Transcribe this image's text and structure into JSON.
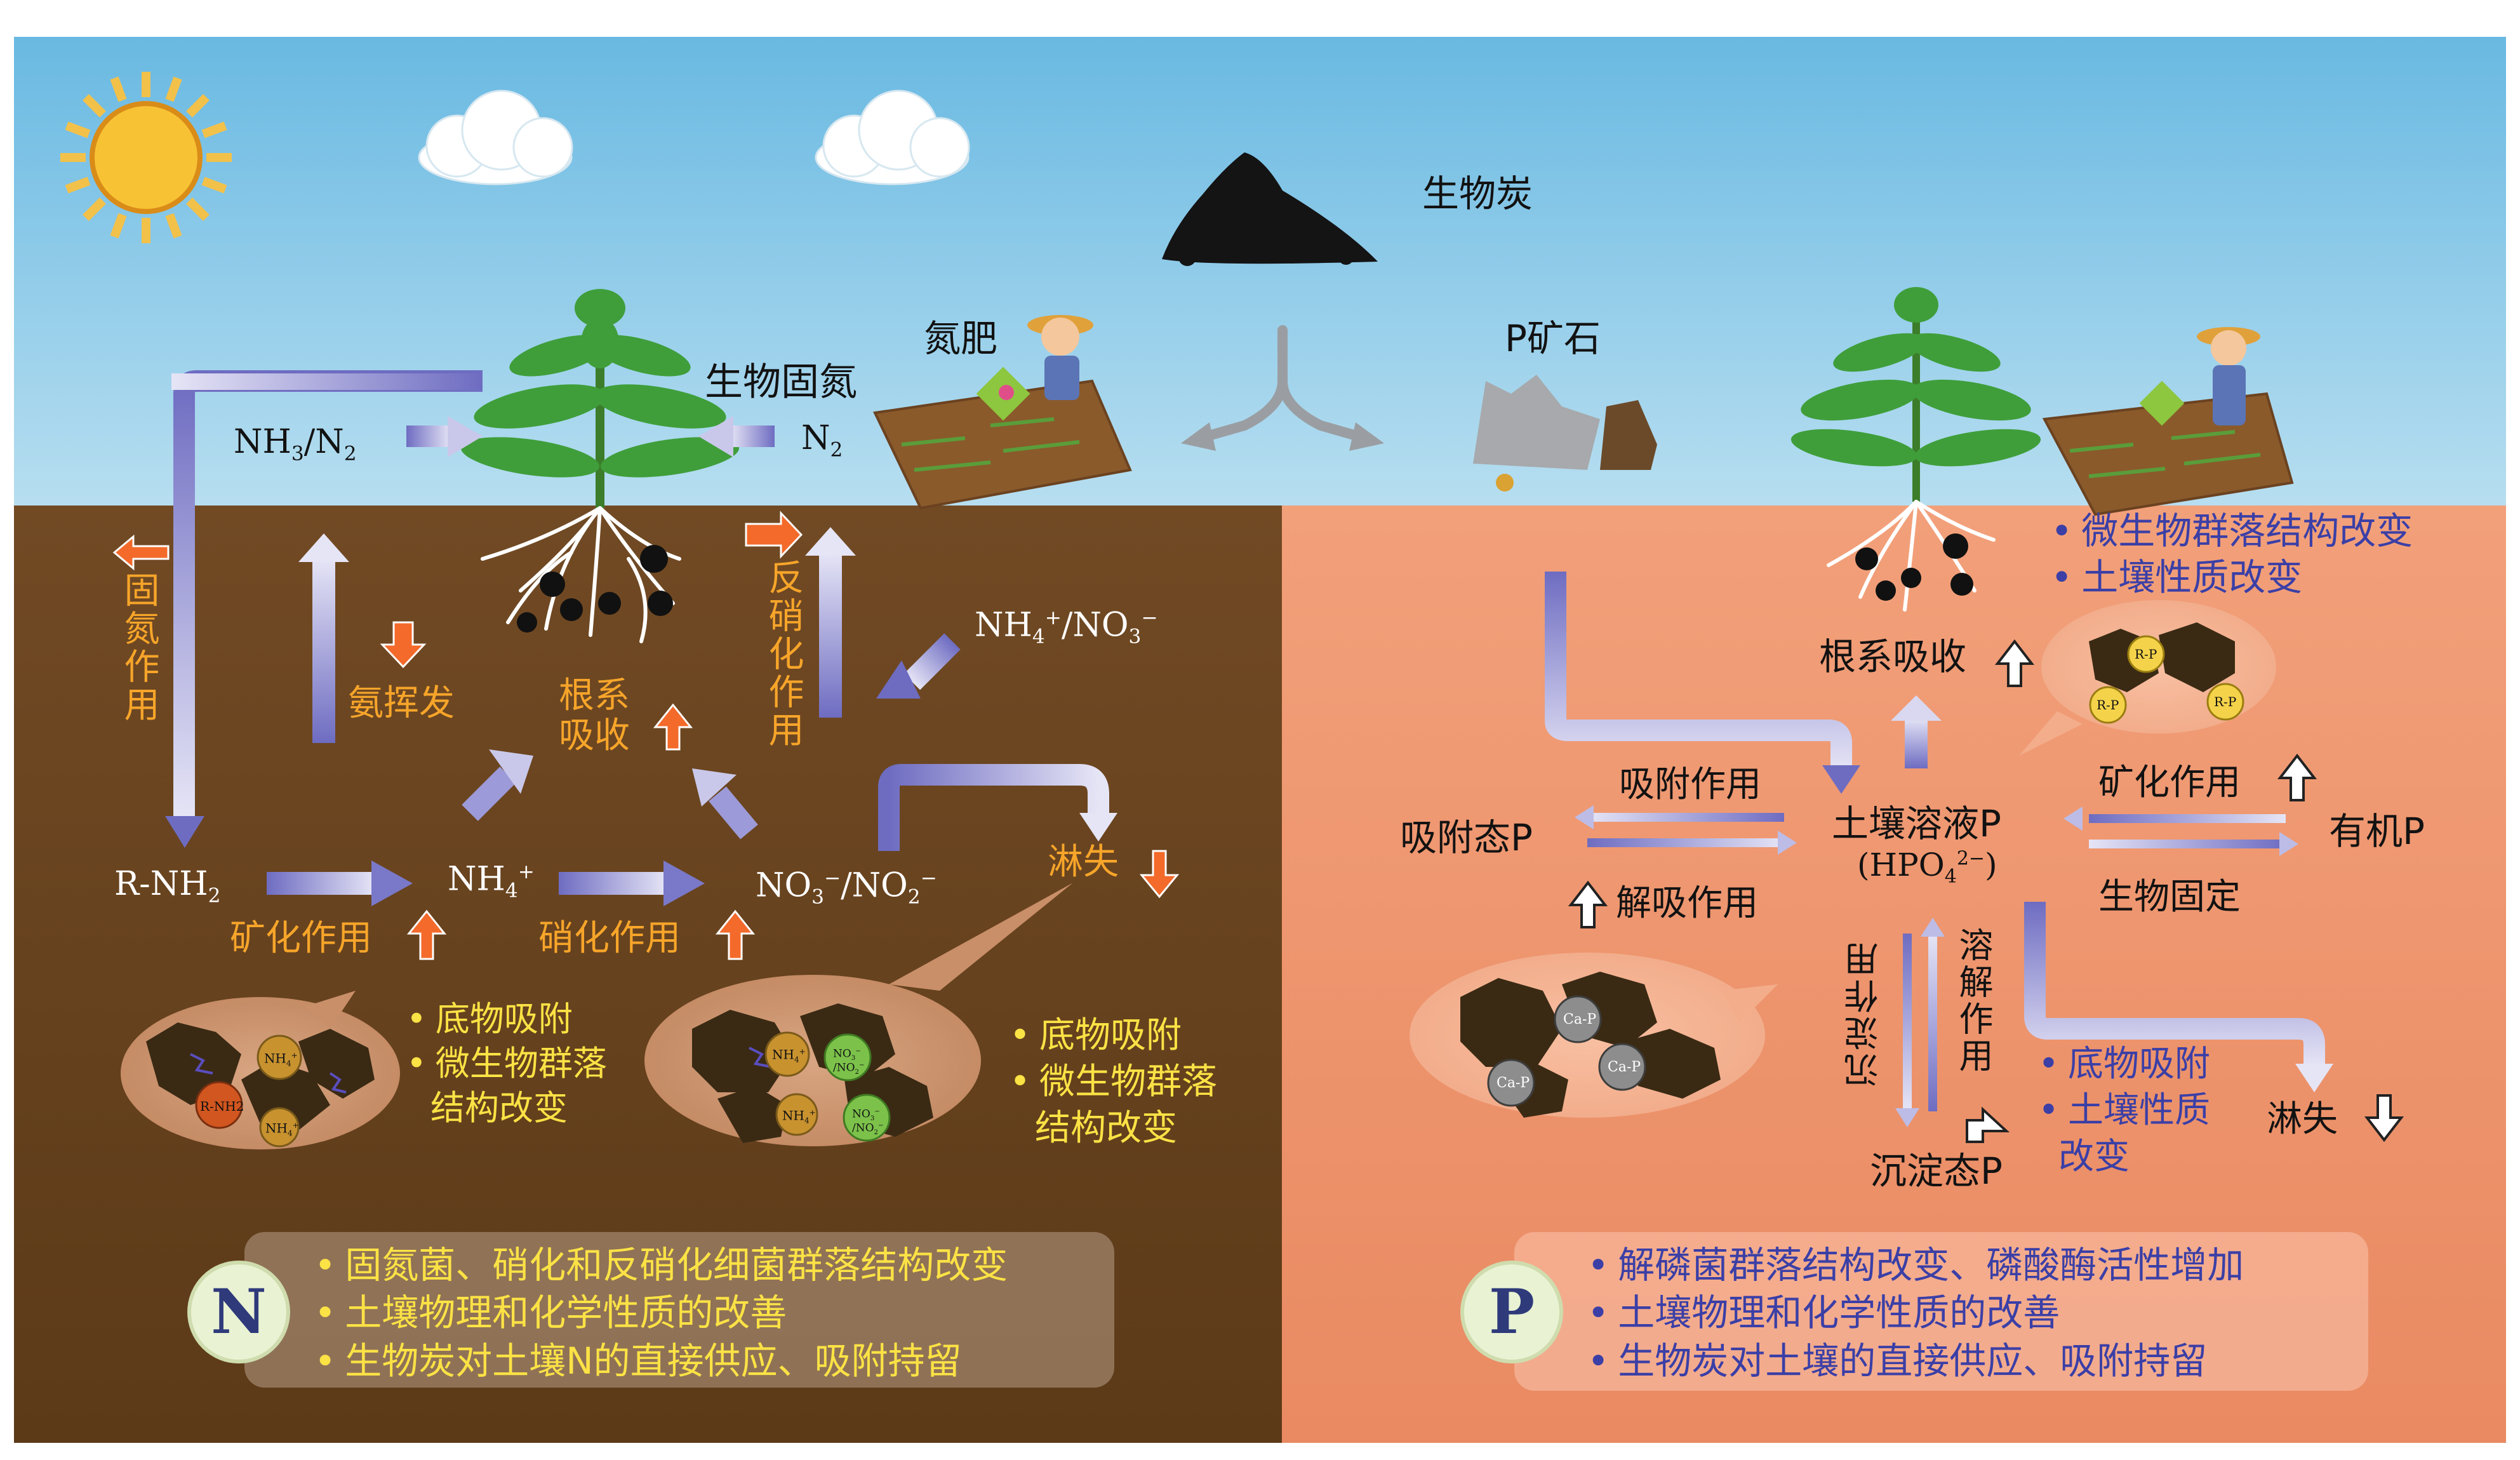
{
  "top": {
    "biochar_label": "生物炭",
    "n_fertilizer_label": "氮肥",
    "p_rock_label": "P矿石",
    "bio_fixation_label": "生物固氮",
    "nh3_n2_label": "NH3/N2",
    "n2_label": "N2"
  },
  "n_cycle": {
    "fixation_label": "固氮作用",
    "volatilization_label": "氨挥发",
    "root_uptake_label": "根系吸收",
    "denitrification_label": "反硝化作用",
    "nh4_no3_label": "NH4+/NO3−",
    "r_nh2_label": "R-NH2",
    "nh4_label": "NH4+",
    "no3_no2_label": "NO3−/NO2−",
    "leaching_label": "淋失",
    "mineralization_label": "矿化作用",
    "nitrification_label": "硝化作用",
    "bubble1_items": [
      "底物吸附",
      "微生物群落",
      "结构改变"
    ],
    "bubble2_items": [
      "底物吸附",
      "微生物群落",
      "结构改变"
    ],
    "summary_badge": "N",
    "summary_items": [
      "固氮菌、硝化和反硝化细菌群落结构改变",
      "土壤物理和化学性质的改善",
      "生物炭对土壤N的直接供应、吸附持留"
    ],
    "particle_labels": [
      "NH4+",
      "R-NH2",
      "NH4+",
      "NH4+",
      "NO3−/NO2−",
      "NH4+",
      "NO3−/NO2−"
    ]
  },
  "p_cycle": {
    "notes_top": [
      "微生物群落结构改变",
      "土壤性质改变"
    ],
    "root_uptake_label": "根系吸收",
    "adsorbed_p_label": "吸附态P",
    "adsorption_label": "吸附作用",
    "desorption_label": "解吸作用",
    "soil_solution_label": "土壤溶液P",
    "hpo4_label": "(HPO42−)",
    "mineralization_label": "矿化作用",
    "organic_p_label": "有机P",
    "immobilization_label": "生物固定",
    "precipitation_label": "沉淀作用",
    "dissolution_label": "溶解作用",
    "precipitated_p_label": "沉淀态P",
    "leaching_label": "淋失",
    "notes_bottom": [
      "底物吸附",
      "土壤性质",
      "改变"
    ],
    "summary_badge": "P",
    "summary_items": [
      "解磷菌群落结构改变、磷酸酶活性增加",
      "土壤物理和化学性质的改善",
      "生物炭对土壤的直接供应、吸附持留"
    ],
    "particle_labels": [
      "R-P",
      "R-P",
      "R-P",
      "Ca-P",
      "Ca-P",
      "Ca-P"
    ]
  },
  "colors": {
    "sky": "#6bbbe3",
    "soil_n": "#6e4620",
    "soil_p": "#f09a72",
    "arrow_start": "#6e6cc1",
    "arrow_end": "#ecebf7",
    "orange_arrow": "#f36a2b",
    "text_orange": "#f7a52a",
    "text_yellow": "#fbe245",
    "text_blue": "#3b3fa6"
  }
}
